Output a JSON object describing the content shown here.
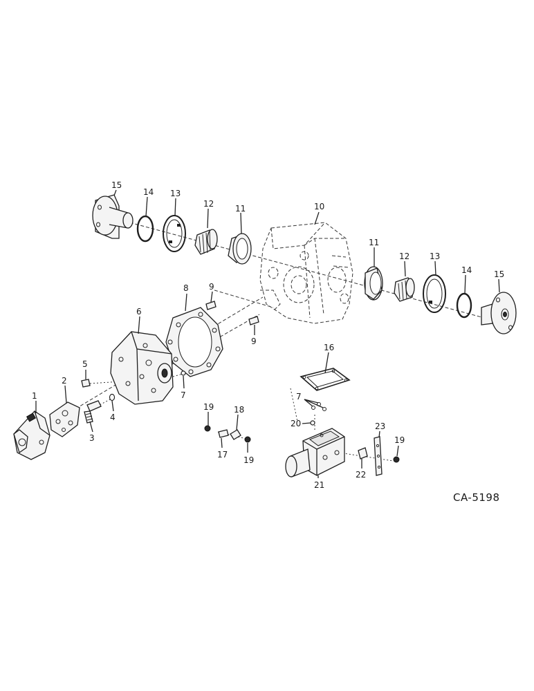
{
  "diagram": {
    "reference_code": "CA-5198",
    "callouts": [
      "1",
      "2",
      "3",
      "4",
      "5",
      "6",
      "7",
      "8",
      "9",
      "9",
      "10",
      "11",
      "11",
      "12",
      "12",
      "13",
      "13",
      "14",
      "14",
      "15",
      "15",
      "16",
      "7",
      "17",
      "18",
      "19",
      "19",
      "19",
      "20",
      "21",
      "22",
      "23"
    ]
  }
}
